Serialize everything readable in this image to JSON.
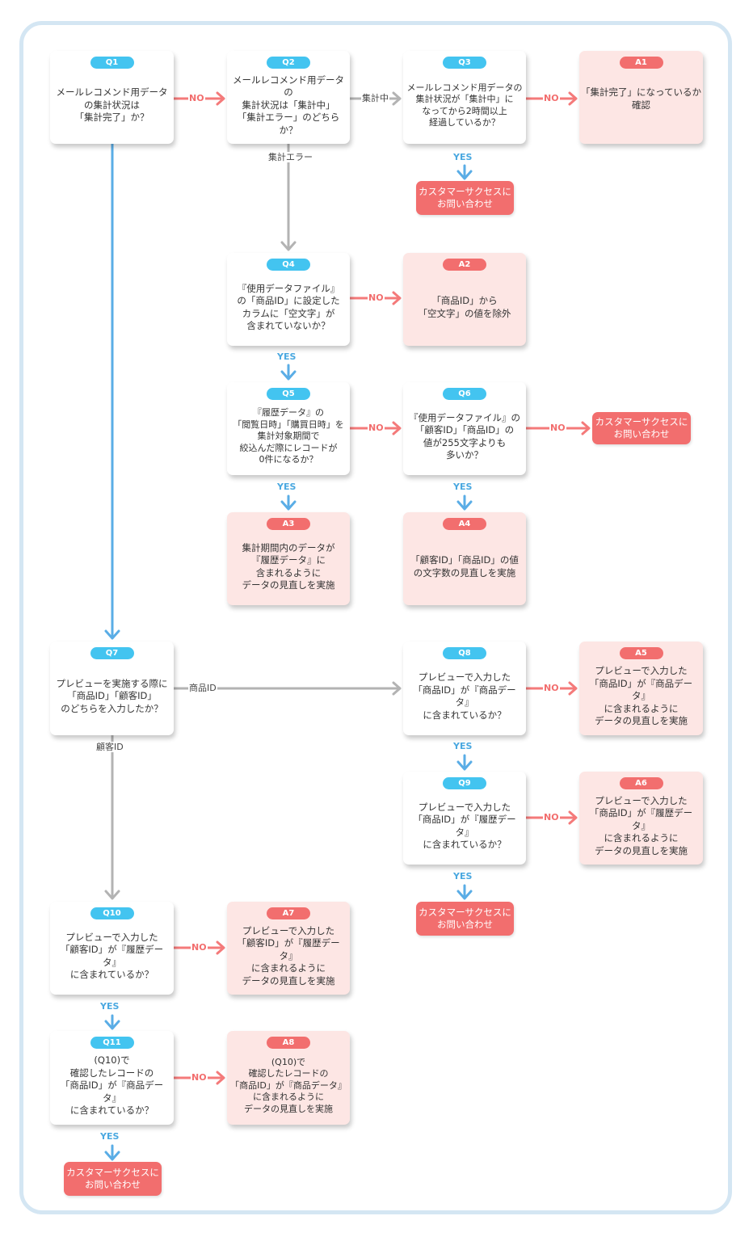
{
  "colors": {
    "frame_border": "#d4e6f3",
    "question_tag": "#43c4f0",
    "answer_tag": "#f26e6e",
    "answer_bg": "#fde6e4",
    "no_arrow": "#f47a7a",
    "yes_arrow": "#5aade6",
    "gray_arrow": "#b3b3b3",
    "pill": "#f26e6e"
  },
  "questions": {
    "q1": {
      "tag": "Q1",
      "text": "メールレコメンド用データ\nの集計状況は\n「集計完了」か？"
    },
    "q2": {
      "tag": "Q2",
      "text": "メールレコメンド用データの\n集計状況は「集計中」\n「集計エラー」のどちらか？"
    },
    "q3": {
      "tag": "Q3",
      "text": "メールレコメンド用データの\n集計状況が「集計中」に\nなってから2時間以上\n経過しているか？"
    },
    "q4": {
      "tag": "Q4",
      "text": "『使用データファイル』\nの「商品ID」に設定した\nカラムに「空文字」が\n含まれていないか？"
    },
    "q5": {
      "tag": "Q5",
      "text": "『履歴データ』の\n「閲覧日時」「購買日時」を\n集計対象期間で\n絞込んだ際にレコードが\n0件になるか？"
    },
    "q6": {
      "tag": "Q6",
      "text": "『使用データファイル』の\n「顧客ID」「商品ID」の\n値が255文字よりも\n多いか？"
    },
    "q7": {
      "tag": "Q7",
      "text": "プレビューを実施する際に\n「商品ID」「顧客ID」\nのどちらを入力したか？"
    },
    "q8": {
      "tag": "Q8",
      "text": "プレビューで入力した\n「商品ID」が『商品データ』\nに含まれているか？"
    },
    "q9": {
      "tag": "Q9",
      "text": "プレビューで入力した\n「商品ID」が『履歴データ』\nに含まれているか？"
    },
    "q10": {
      "tag": "Q10",
      "text": "プレビューで入力した\n「顧客ID」が『履歴データ』\nに含まれているか？"
    },
    "q11": {
      "tag": "Q11",
      "text": "(Q10)で\n確認したレコードの\n「商品ID」が『商品データ』\nに含まれているか？"
    }
  },
  "answers": {
    "a1": {
      "tag": "A1",
      "text": "「集計完了」になっているか\n確認"
    },
    "a2": {
      "tag": "A2",
      "text": "「商品ID」から\n「空文字」の値を除外"
    },
    "a3": {
      "tag": "A3",
      "text": "集計期間内のデータが\n『履歴データ』に\n含まれるように\nデータの見直しを実施"
    },
    "a4": {
      "tag": "A4",
      "text": "「顧客ID」「商品ID」の値\nの文字数の見直しを実施"
    },
    "a5": {
      "tag": "A5",
      "text": "プレビューで入力した\n「商品ID」が『商品データ』\nに含まれるように\nデータの見直しを実施"
    },
    "a6": {
      "tag": "A6",
      "text": "プレビューで入力した\n「商品ID」が『履歴データ』\nに含まれるように\nデータの見直しを実施"
    },
    "a7": {
      "tag": "A7",
      "text": "プレビューで入力した\n「顧客ID」が『履歴データ』\nに含まれるように\nデータの見直しを実施"
    },
    "a8": {
      "tag": "A8",
      "text": "(Q10)で\n確認したレコードの\n「商品ID」が『商品データ』\nに含まれるように\nデータの見直しを実施"
    }
  },
  "contact": {
    "c1": "カスタマーサクセスに\nお問い合わせ",
    "c2": "カスタマーサクセスに\nお問い合わせ",
    "c3": "カスタマーサクセスに\nお問い合わせ",
    "c4": "カスタマーサクセスに\nお問い合わせ"
  },
  "labels": {
    "no": "NO",
    "yes": "YES",
    "shukeichu": "集計中",
    "shukei_error": "集計エラー",
    "shohin_id": "商品ID",
    "kokyaku_id": "顧客ID"
  }
}
